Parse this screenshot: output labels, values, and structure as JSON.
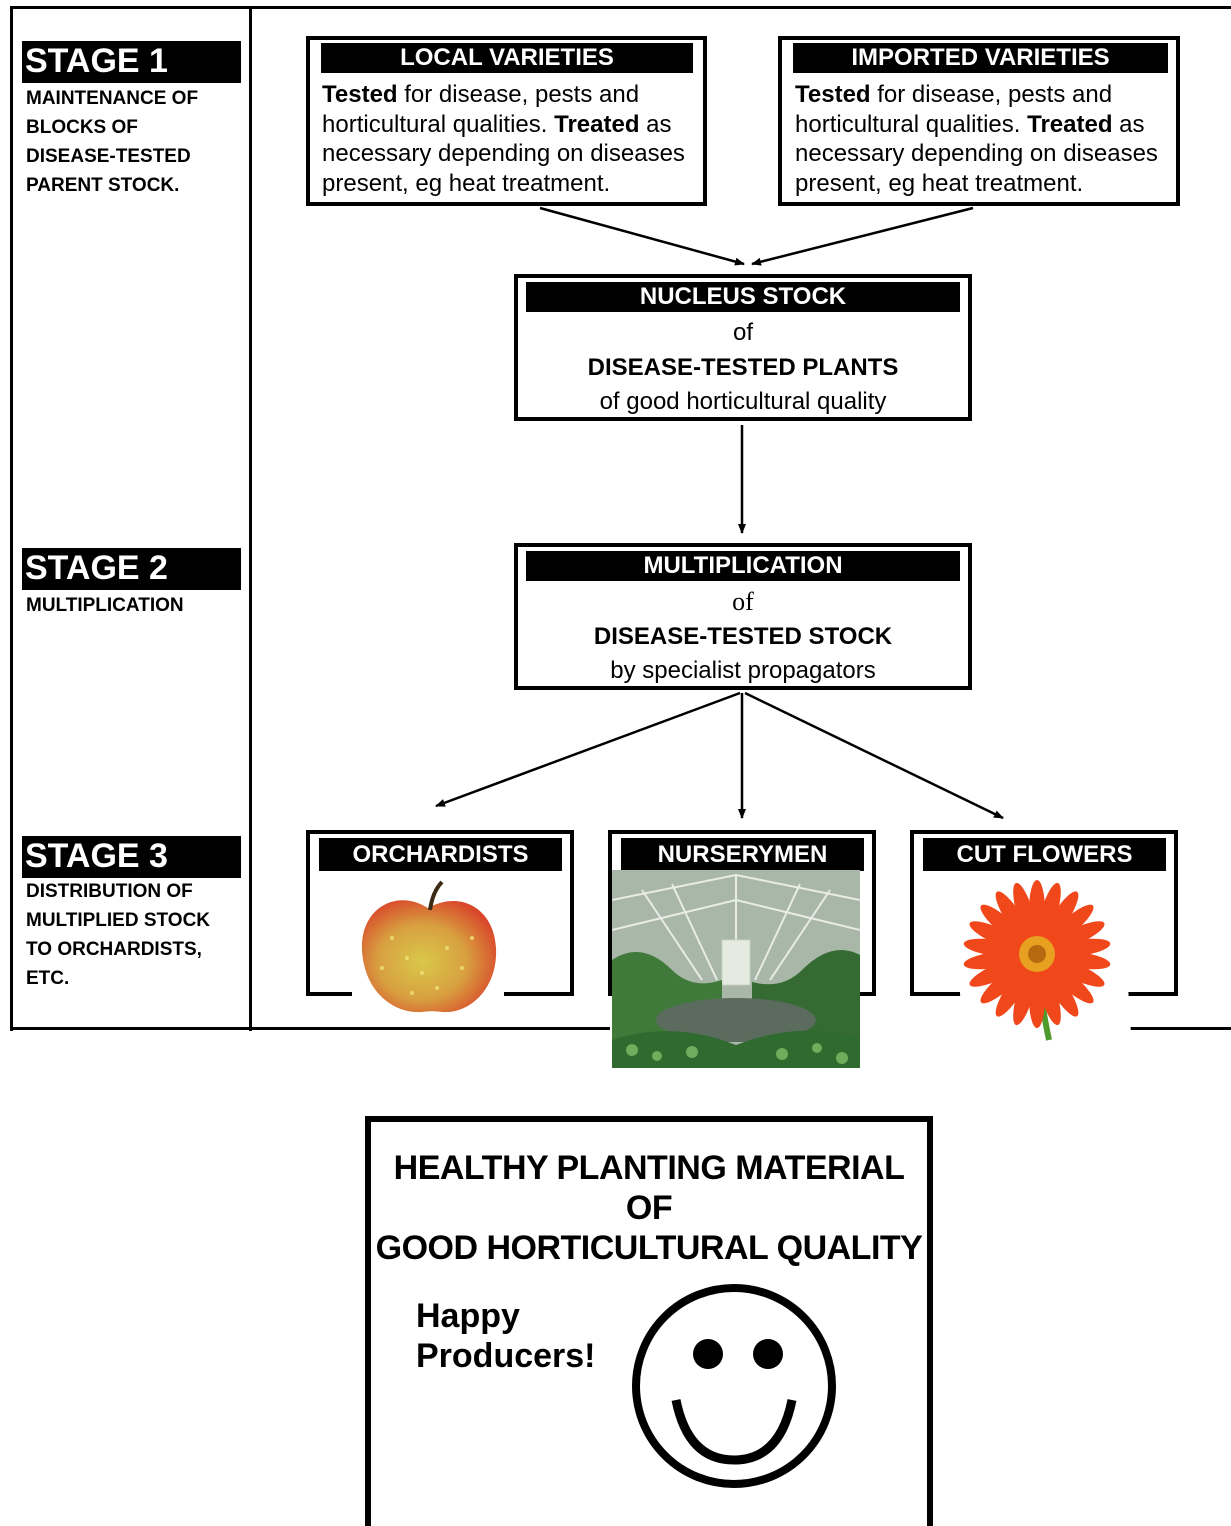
{
  "stages": [
    {
      "label": "STAGE 1",
      "description": [
        "MAINTENANCE OF",
        "BLOCKS OF",
        "DISEASE-TESTED",
        "PARENT STOCK."
      ]
    },
    {
      "label": "STAGE 2",
      "description": [
        "MULTIPLICATION"
      ]
    },
    {
      "label": "STAGE 3",
      "description": [
        "DISTRIBUTION OF",
        "MULTIPLIED STOCK",
        "TO ORCHARDISTS,",
        "ETC."
      ]
    }
  ],
  "local_varieties": {
    "title": "LOCAL VARIETIES",
    "lines": [
      {
        "bold": "Tested",
        "rest": " for disease, pests and"
      },
      {
        "rest": "horticultural qualities. ",
        "bold_after": "Treated",
        "rest2": " as"
      },
      {
        "rest": "necessary depending on diseases"
      },
      {
        "rest": "present, eg heat treatment."
      }
    ]
  },
  "imported_varieties": {
    "title": "IMPORTED VARIETIES",
    "lines": [
      {
        "bold": "Tested",
        "rest": " for disease, pests and"
      },
      {
        "rest": "horticultural qualities. ",
        "bold_after": "Treated",
        "rest2": " as"
      },
      {
        "rest": "necessary depending on diseases"
      },
      {
        "rest": "present, eg heat treatment."
      }
    ]
  },
  "nucleus": {
    "title": "NUCLEUS STOCK",
    "of": "of",
    "main": "DISEASE-TESTED PLANTS",
    "sub": "of good horticultural quality"
  },
  "multiplication": {
    "title": "MULTIPLICATION",
    "of": "of",
    "main": "DISEASE-TESTED STOCK",
    "sub": "by specialist propagators"
  },
  "outlets": [
    {
      "title": "ORCHARDISTS",
      "icon": "apple-icon"
    },
    {
      "title": "NURSERYMEN",
      "icon": "greenhouse-photo"
    },
    {
      "title": "CUT FLOWERS",
      "icon": "gerbera-flower-icon"
    }
  ],
  "outcome": {
    "title_lines": [
      "HEALTHY PLANTING MATERIAL OF",
      "GOOD HORTICULTURAL QUALITY"
    ],
    "happy_lines": [
      "Happy",
      "Producers!"
    ],
    "icon": "smiley-face-icon"
  },
  "colors": {
    "apple_red": "#d9472b",
    "apple_yellow": "#d9c84a",
    "flower_orange": "#f0481a",
    "flower_center": "#e8a020",
    "stem_green": "#4f9a2e",
    "greenhouse_green": "#3f7a3a"
  }
}
